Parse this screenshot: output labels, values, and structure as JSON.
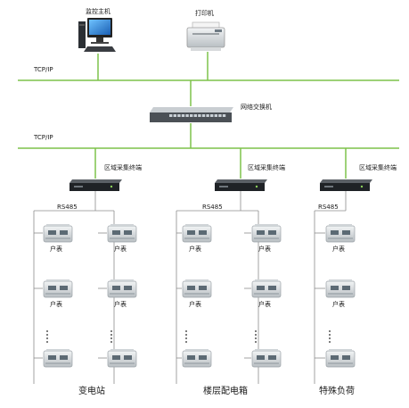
{
  "workstation": {
    "label": "监控主机",
    "icon": "monitoring-pc-icon"
  },
  "printer": {
    "label": "打印机",
    "icon": "printer-icon"
  },
  "network": {
    "upper_bus_label": "TCP/IP",
    "lower_bus_label": "TCP/IP",
    "line_color": "#7dc24a"
  },
  "switch": {
    "label": "网络交换机",
    "icon": "network-switch-icon"
  },
  "gateways": [
    {
      "label": "区域采集终端",
      "bus_label": "RS485",
      "icon": "collector-terminal-icon"
    },
    {
      "label": "区域采集终端",
      "bus_label": "RS485",
      "icon": "collector-terminal-icon"
    },
    {
      "label": "区域采集终端",
      "bus_label": "RS485",
      "icon": "collector-terminal-icon"
    }
  ],
  "meter": {
    "label": "户表",
    "icon": "electric-meter-icon"
  },
  "groups": [
    {
      "label": "变电站"
    },
    {
      "label": "楼层配电箱"
    },
    {
      "label": "特殊负荷"
    }
  ]
}
